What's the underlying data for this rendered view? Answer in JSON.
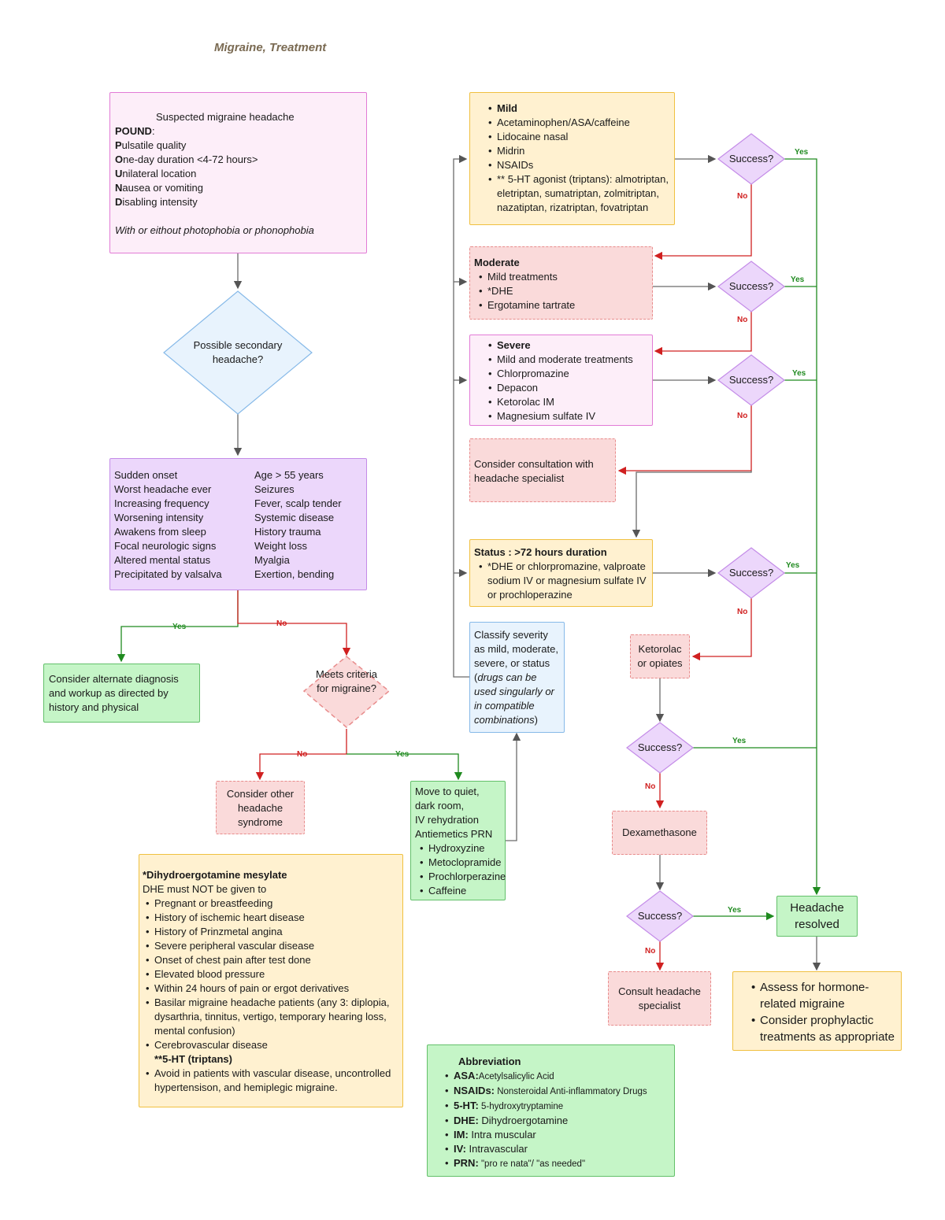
{
  "title": "Migraine, Treatment",
  "suspected": {
    "heading": "Suspected migraine headache",
    "pound": "POUND",
    "items": [
      {
        "first": "P",
        "rest": "ulsatile quality"
      },
      {
        "first": "O",
        "rest": "ne-day duration <4-72 hours>"
      },
      {
        "first": "U",
        "rest": "nilateral location"
      },
      {
        "first": "N",
        "rest": "ausea or vomiting"
      },
      {
        "first": "D",
        "rest": "isabling intensity"
      }
    ],
    "note": "With or eithout photophobia or phonophobia"
  },
  "secondary_decision": "Possible secondary headache?",
  "red_flags": [
    [
      "Sudden onset",
      "Age > 55 years"
    ],
    [
      "Worst headache ever",
      "Seizures"
    ],
    [
      "Increasing frequency",
      "Fever, scalp tender"
    ],
    [
      "Worsening intensity",
      "Systemic disease"
    ],
    [
      "Awakens from sleep",
      "History trauma"
    ],
    [
      "Focal neurologic signs",
      "Weight loss"
    ],
    [
      "Altered mental status",
      "Myalgia"
    ],
    [
      "Precipitated by valsalva",
      "Exertion, bending"
    ]
  ],
  "alternate": "Consider alternate diagnosis and workup as directed by history and physical",
  "meets_criteria": "Meets criteria for migraine?",
  "other_syndrome": "Consider other headache syndrome",
  "supportive": {
    "lines": [
      "Move to quiet,",
      "dark room,",
      "IV rehydration",
      "Antiemetics PRN"
    ],
    "items": [
      "Hydroxyzine",
      "Metoclopramide",
      "Prochlorperazine",
      "Caffeine"
    ]
  },
  "classify": {
    "text": "Classify severity as mild, moderate, severe, or status",
    "italic": "drugs can be used singularly or in compatible combinations"
  },
  "mild": {
    "title": "Mild",
    "items": [
      "Acetaminophen/ASA/caffeine",
      "Lidocaine nasal",
      "Midrin",
      "NSAIDs",
      "** 5-HT agonist (triptans):  almotriptan, eletriptan, sumatriptan, zolmitriptan, nazatiptan, rizatriptan, fovatriptan"
    ]
  },
  "moderate": {
    "title": "Moderate",
    "items": [
      "Mild treatments",
      "*DHE",
      "Ergotamine tartrate"
    ]
  },
  "severe": {
    "title": "Severe",
    "items": [
      "Mild and moderate treatments",
      "Chlorpromazine",
      "Depacon",
      "Ketorolac IM",
      "Magnesium sulfate IV"
    ]
  },
  "consult_specialist": "Consider consultation with headache specialist",
  "status": {
    "title": "Status : >72 hours duration",
    "items": [
      "*DHE or chlorpromazine, valproate sodium IV or magnesium sulfate IV or prochloperazine"
    ]
  },
  "success_label": "Success?",
  "yes": "Yes",
  "no": "No",
  "ketorolac": "Ketorolac or opiates",
  "dexamethasone": "Dexamethasone",
  "consult_headache": "Consult headache specialist",
  "resolved": "Headache resolved",
  "assess": [
    "Assess for hormone-related migraine",
    "Consider prophylactic treatments as appropriate"
  ],
  "dhe_notes": {
    "title": "*Dihydroergotamine mesylate",
    "subtitle": "DHE must NOT be given to",
    "items": [
      "Pregnant or breastfeeding",
      "History of ischemic heart disease",
      "History of Prinzmetal angina",
      "Severe peripheral vascular disease",
      "Onset of chest pain after test done",
      "Elevated blood pressure",
      "Within 24 hours of pain or ergot derivatives",
      "Basilar migraine headache patients (any 3: diplopia, dysarthria, tinnitus, vertigo, temporary hearing loss, mental confusion)",
      "Cerebrovascular disease"
    ],
    "triptan_title": "**5-HT (triptans)",
    "triptan_items": [
      "Avoid in patients with vascular disease, uncontrolled hypertensison, and hemiplegic migraine."
    ]
  },
  "abbreviation": {
    "title": "Abbreviation",
    "items": [
      {
        "k": "ASA:",
        "v": "Acetylsalicylic Acid"
      },
      {
        "k": "NSAIDs:",
        "v": " Nonsteroidal Anti-inflammatory Drugs"
      },
      {
        "k": "5-HT:",
        "v": " 5-hydroxytryptamine"
      },
      {
        "k": "DHE:",
        "v": " Dihydroergotamine"
      },
      {
        "k": "IM:",
        "v": " Intra muscular"
      },
      {
        "k": "IV:",
        "v": " Intravascular"
      },
      {
        "k": "PRN:",
        "v": " \"pro re nata\"/ \"as needed\""
      }
    ]
  },
  "colors": {
    "yes_line": "#1f8a1f",
    "no_line": "#d02020",
    "neutral_line": "#6b6b6b"
  }
}
